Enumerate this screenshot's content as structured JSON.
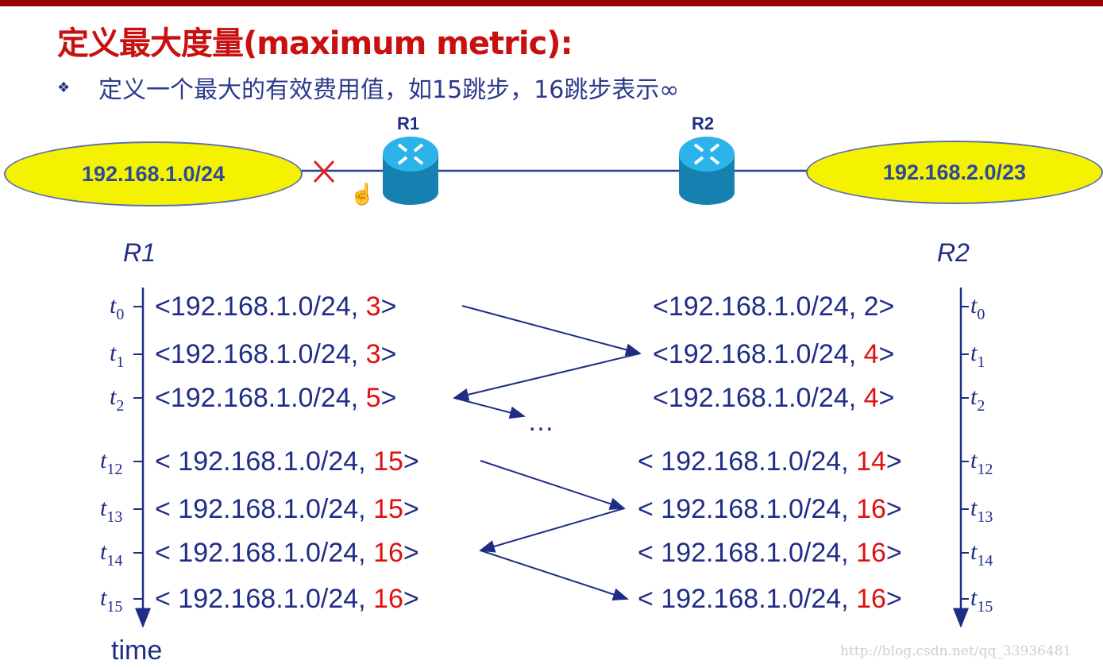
{
  "title": "定义最大度量(maximum metric):",
  "bullet": "定义一个最大的有效费用值，如15跳步，16跳步表示∞",
  "network": {
    "left_net": "192.168.1.0/24",
    "right_net": "192.168.2.0/23",
    "router1": "R1",
    "router2": "R2",
    "link_status": "broken"
  },
  "timeline": {
    "left_label": "R1",
    "right_label": "R2",
    "time_label": "time",
    "ellipsis": "…",
    "rows": [
      {
        "t": "t",
        "sub": "0",
        "left_prefix": "<192.168.1.0/24, ",
        "left_metric": "3",
        "left_red": true,
        "right_prefix": "<192.168.1.0/24, ",
        "right_metric": "2",
        "right_red": false
      },
      {
        "t": "t",
        "sub": "1",
        "left_prefix": "<192.168.1.0/24, ",
        "left_metric": "3",
        "left_red": true,
        "right_prefix": "<192.168.1.0/24, ",
        "right_metric": "4",
        "right_red": true
      },
      {
        "t": "t",
        "sub": "2",
        "left_prefix": "<192.168.1.0/24, ",
        "left_metric": "5",
        "left_red": true,
        "right_prefix": "<192.168.1.0/24, ",
        "right_metric": "4",
        "right_red": true
      },
      {
        "t": "t",
        "sub": "12",
        "left_prefix": "< 192.168.1.0/24, ",
        "left_metric": "15",
        "left_red": true,
        "right_prefix": "< 192.168.1.0/24, ",
        "right_metric": "14",
        "right_red": true
      },
      {
        "t": "t",
        "sub": "13",
        "left_prefix": "< 192.168.1.0/24, ",
        "left_metric": "15",
        "left_red": true,
        "right_prefix": "< 192.168.1.0/24, ",
        "right_metric": "16",
        "right_red": true
      },
      {
        "t": "t",
        "sub": "14",
        "left_prefix": "< 192.168.1.0/24, ",
        "left_metric": "16",
        "left_red": true,
        "right_prefix": "< 192.168.1.0/24, ",
        "right_metric": "16",
        "right_red": true
      },
      {
        "t": "t",
        "sub": "15",
        "left_prefix": "< 192.168.1.0/24, ",
        "left_metric": "16",
        "left_red": true,
        "right_prefix": "< 192.168.1.0/24, ",
        "right_metric": "16",
        "right_red": true
      }
    ]
  },
  "watermark": "http://blog.csdn.net/qq_33936481",
  "colors": {
    "accent_red": "#e01010",
    "title_red": "#c81010",
    "text_blue": "#1f2d86",
    "net_yellow": "#f5f200"
  }
}
